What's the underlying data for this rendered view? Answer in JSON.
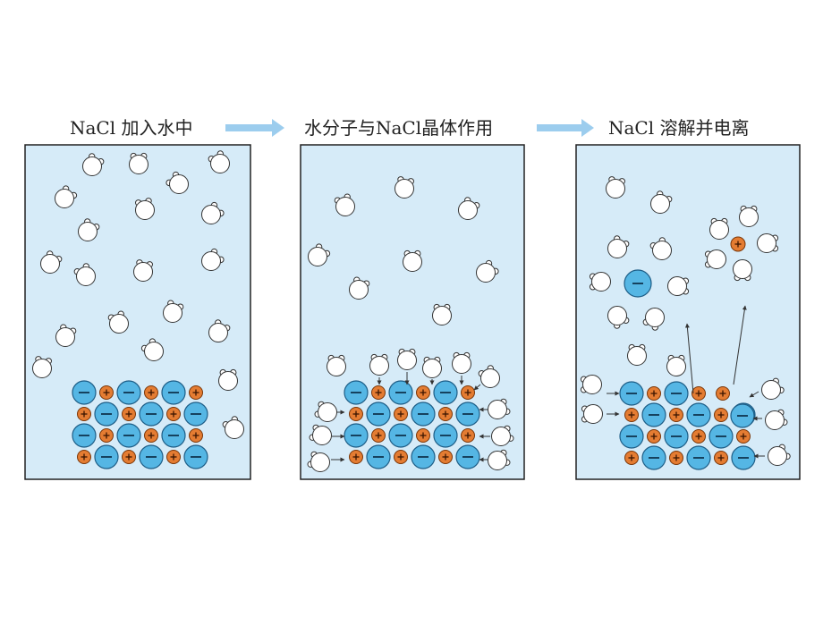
{
  "labels": {
    "step1": "NaCl 加入水中",
    "step2": "水分子与NaCl晶体作用",
    "step3": "NaCl 溶解并电离"
  },
  "icons": {
    "na_ion": "plus-icon",
    "cl_ion": "minus-icon",
    "water": "water-molecule-icon",
    "step_arrow": "right-arrow-icon"
  },
  "colors": {
    "water_background": "#d6ebf8",
    "chloride_ion": "#55b6e4",
    "sodium_ion": "#e47c32",
    "arrow": "#9ccdee"
  }
}
